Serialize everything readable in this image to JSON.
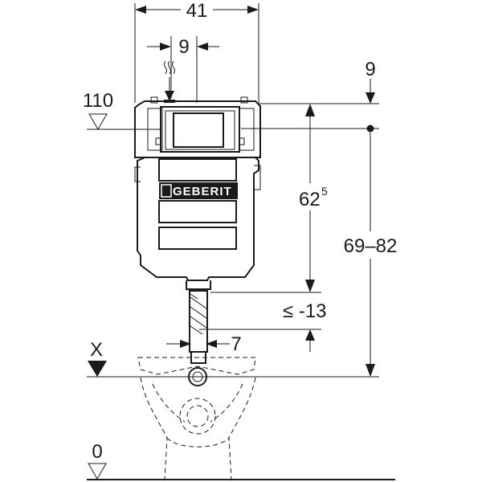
{
  "dimensions": {
    "width_top": "41",
    "width_inner": "9",
    "right_top_offset": "9",
    "level_110": "110",
    "frame_height_base": "62",
    "frame_height_exp": "5",
    "total_height_range": "69–82",
    "pipe_offset": "≤ -13",
    "pipe_width": "7",
    "ref_level_x": "X",
    "floor_level": "0"
  },
  "brand": {
    "logo_text": "GEBERIT"
  },
  "colors": {
    "line": "#1a1a1a",
    "background": "#ffffff"
  }
}
